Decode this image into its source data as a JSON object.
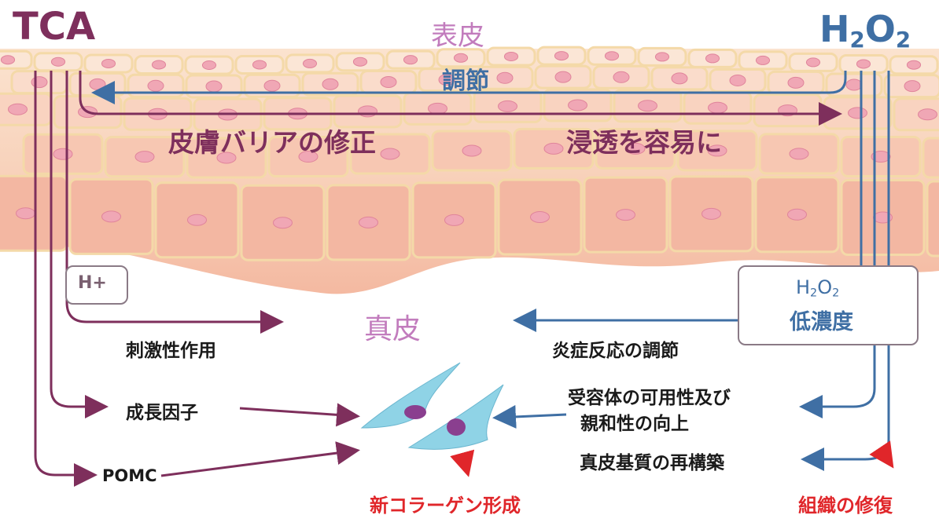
{
  "title_left": "TCA",
  "title_right": {
    "main": "H",
    "sub1": "2",
    "mid": "O",
    "sub2": "2"
  },
  "layer_epidermis": "表皮",
  "layer_dermis": "真皮",
  "regulation": "調節",
  "barrier": "皮膚バリアの修正",
  "penetration": "浸透を容易に",
  "hplus": "H+",
  "h2o2_box": {
    "main": "H",
    "sub1": "2",
    "mid": "O",
    "sub2": "2",
    "line2": "低濃度"
  },
  "irritation": "刺激性作用",
  "inflammation": "炎症反応の調節",
  "growth_factor": "成長因子",
  "receptor_line1": "受容体の可用性及び",
  "receptor_line2": "親和性の向上",
  "matrix": "真皮基質の再構築",
  "pomc": "POMC",
  "collagen": "新コラーゲン形成",
  "repair": "組織の修復",
  "colors": {
    "tca": "#7e2f5c",
    "h2o2": "#3f6fa4",
    "result": "#e0262a"
  }
}
